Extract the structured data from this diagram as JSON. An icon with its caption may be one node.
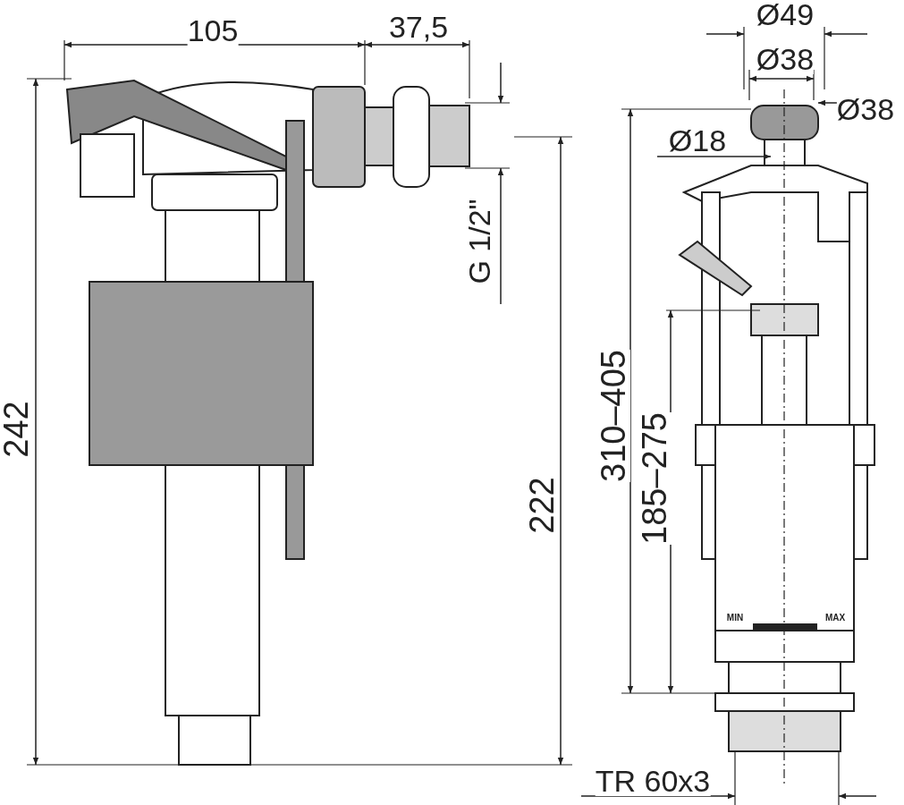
{
  "diagram": {
    "labels": [
      "Ø49",
      "105",
      "37,5",
      "Ø38",
      "Ø38",
      "Ø18",
      "242",
      "G 1/2\"",
      "310–405",
      "185–275",
      "222",
      "MIN",
      "MAX",
      "TR 60x3"
    ]
  }
}
